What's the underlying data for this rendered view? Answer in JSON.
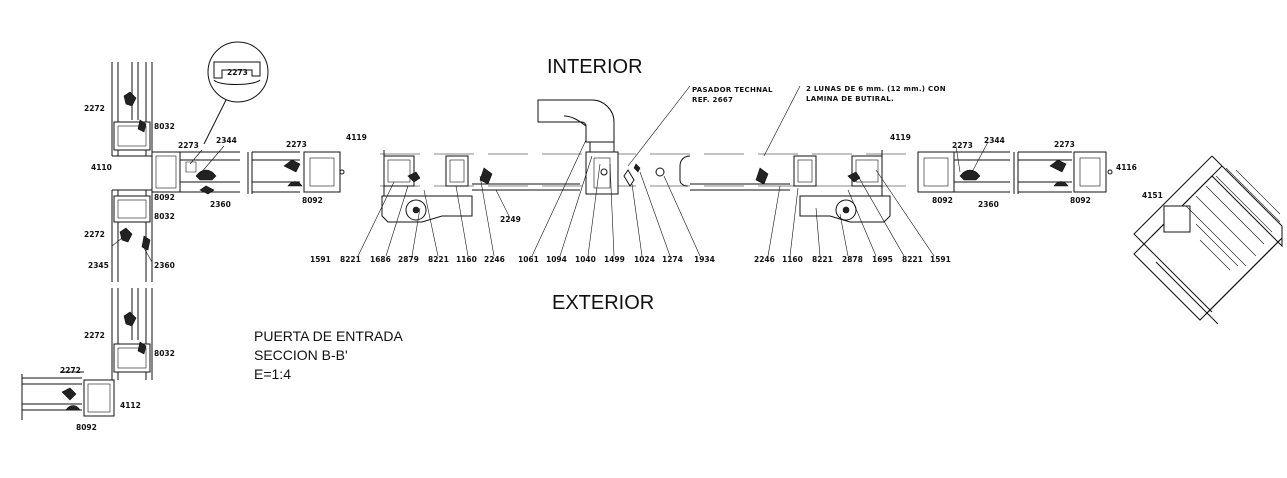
{
  "headings": {
    "interior": "INTERIOR",
    "exterior": "EXTERIOR"
  },
  "title_block": {
    "line1": "PUERTA DE ENTRADA",
    "line2": "SECCION B-B'",
    "line3": "E=1:4"
  },
  "notes": {
    "pasador_1": "PASADOR TECHNAL",
    "pasador_2": "REF. 2667",
    "lunas_1": "2 LUNAS DE 6 mm. (12 mm.) CON",
    "lunas_2": "LAMINA DE BUTIRAL."
  },
  "callouts": {
    "zoom_2273": "2273",
    "left": [
      "2272",
      "8032",
      "2273",
      "2344",
      "2273",
      "4119",
      "4110",
      "2360",
      "8092",
      "8092",
      "8032",
      "2272",
      "2345",
      "2360",
      "2272",
      "8032",
      "2272",
      "4112",
      "8092"
    ],
    "center_bottom": [
      "1591",
      "8221",
      "1686",
      "2879",
      "8221",
      "1160",
      "2246",
      "2249",
      "1061",
      "1094",
      "1040",
      "1499",
      "1024",
      "1274",
      "1934",
      "2246",
      "1160",
      "8221",
      "2878",
      "1695",
      "8221",
      "1591"
    ],
    "right": [
      "4119",
      "2273",
      "2344",
      "2273",
      "4116",
      "8092",
      "2360",
      "8092",
      "4151"
    ]
  },
  "colors": {
    "line": "#111111",
    "background": "#ffffff"
  }
}
